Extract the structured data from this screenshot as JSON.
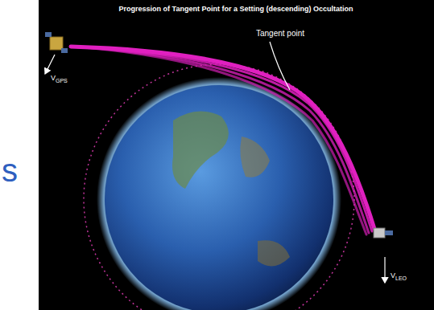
{
  "diagram": {
    "title": "Progression of Tangent Point for a Setting (descending) Occultation",
    "labels": [
      "Tangent point",
      "V",
      "GPS",
      "V",
      "LEO",
      "s"
    ]
  }
}
